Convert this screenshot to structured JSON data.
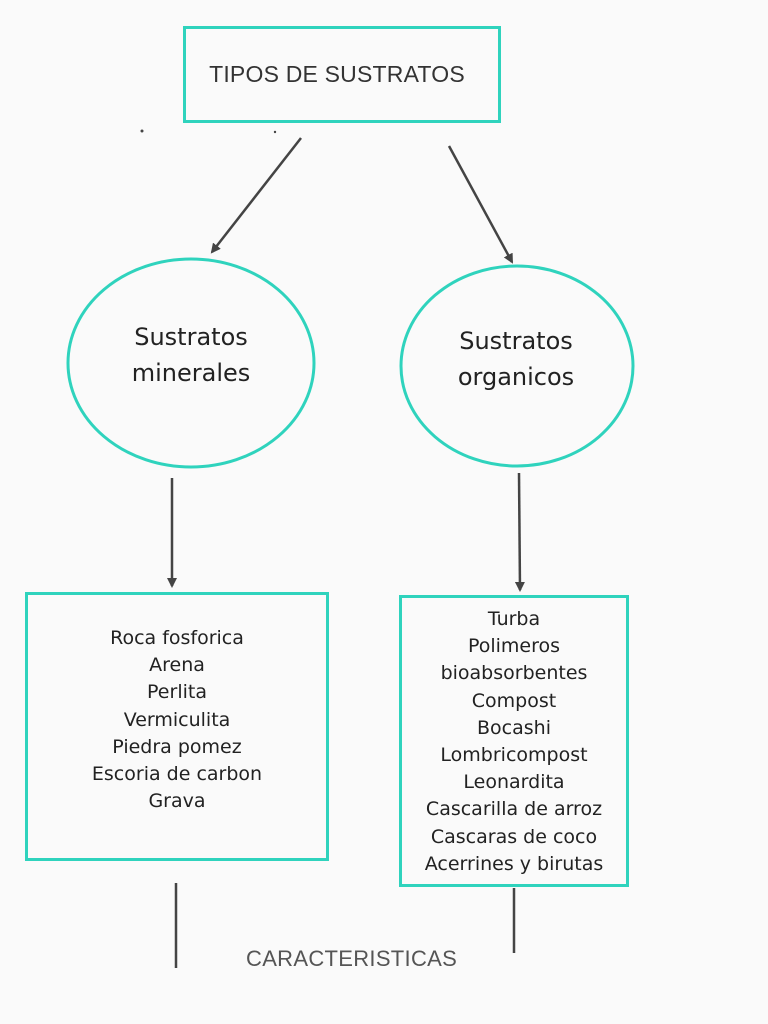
{
  "title": "TIPOS DE SUSTRATOS",
  "nodes": {
    "minerales": {
      "line1": "Sustratos",
      "line2": "minerales"
    },
    "organicos": {
      "line1": "Sustratos",
      "line2": "organicos"
    }
  },
  "lists": {
    "minerales": [
      "Roca fosforica",
      "Arena",
      "Perlita",
      "Vermiculita",
      "Piedra pomez",
      "Escoria de carbon",
      "Grava"
    ],
    "organicos": [
      "Turba",
      "Polimeros",
      "bioabsorbentes",
      "Compost",
      "Bocashi",
      "Lombricompost",
      "Leonardita",
      "Cascarilla de arroz",
      "Cascaras de coco",
      "Acerrines y birutas"
    ]
  },
  "footer": "CARACTERISTICAS",
  "colors": {
    "accent": "#2fd3bd",
    "arrow": "#444444",
    "background": "#fafafa"
  }
}
